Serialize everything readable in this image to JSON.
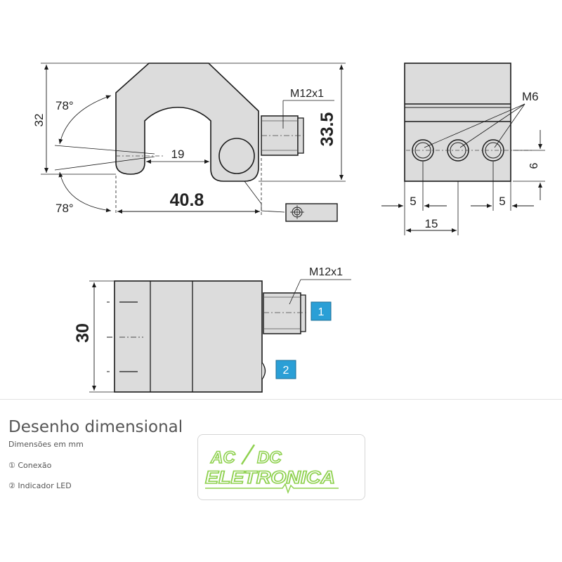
{
  "drawing": {
    "top_view": {
      "thread_label": "M12x1",
      "height_left": "32",
      "height_right": "33.5",
      "slot_width": "19",
      "overall_width": "40.8",
      "angle_top": "78°",
      "angle_bottom": "78°"
    },
    "side_view": {
      "thread_label": "M6",
      "hole_pitch": "6",
      "left_offset": "5",
      "right_offset": "5",
      "depth": "15"
    },
    "front_view": {
      "thread_label": "M12x1",
      "height": "30",
      "callout_1": "1",
      "callout_2": "2"
    },
    "colors": {
      "part_fill": "#dcdcdc",
      "outline": "#1a1a1a",
      "callout_fill": "#2a9fd6"
    }
  },
  "section": {
    "title": "Desenho dimensional",
    "units_note": "Dimensões em mm",
    "legend": [
      {
        "marker": "①",
        "label": "Conexão"
      },
      {
        "marker": "②",
        "label": "Indicador LED"
      }
    ]
  },
  "logo": {
    "line1_left": "AC",
    "line1_right": "DC",
    "line2": "ELETRONICA",
    "color": "#8fd14f"
  }
}
